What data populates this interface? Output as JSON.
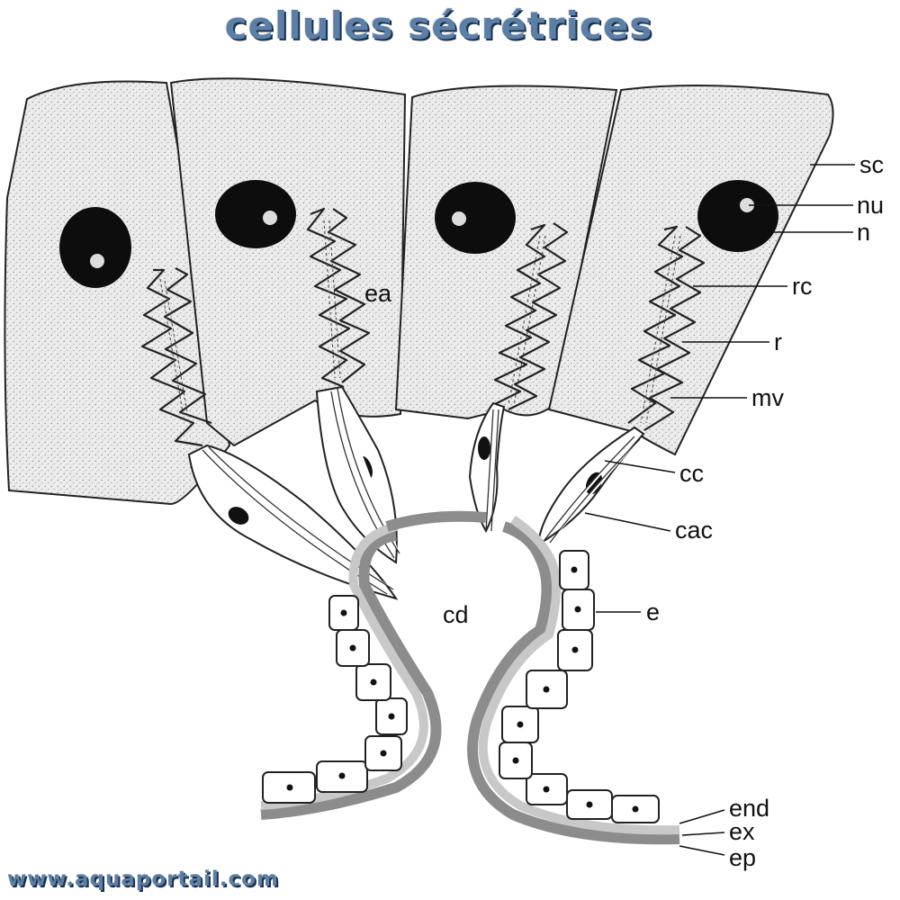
{
  "title": "cellules sécrétrices",
  "footer": "www.aquaportail.com",
  "labels": {
    "sc": "sc",
    "nu": "nu",
    "n": "n",
    "rc": "rc",
    "r": "r",
    "mv": "mv",
    "cc": "cc",
    "cac": "cac",
    "e": "e",
    "end": "end",
    "ex": "ex",
    "ep": "ep",
    "ea": "ea",
    "cd": "cd"
  },
  "colors": {
    "title": "#5b7fa6",
    "cell_fill": "#e6e6e6",
    "nucleus": "#0d0d0d",
    "cuticle_dark": "#8c8c8c",
    "cuticle_light": "#c8c8c8"
  }
}
